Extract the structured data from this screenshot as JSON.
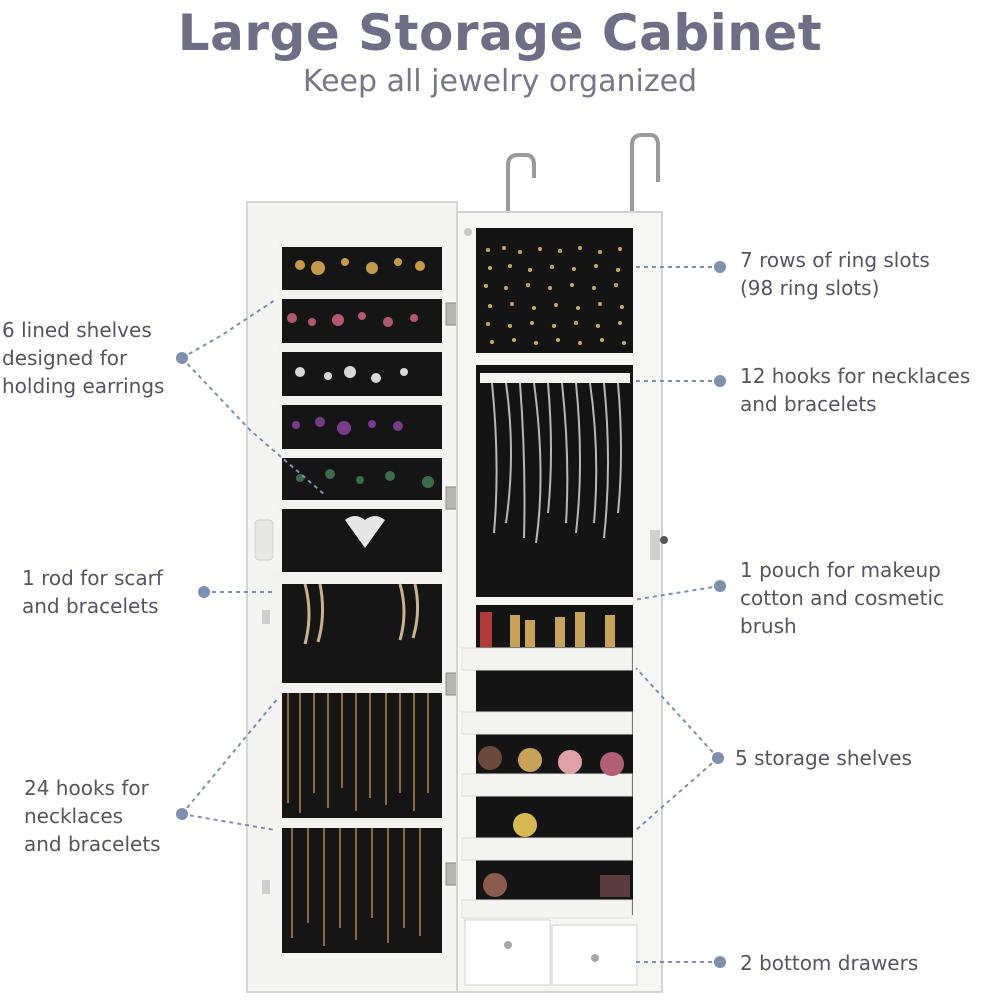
{
  "header": {
    "title": "Large Storage Cabinet",
    "subtitle": "Keep all jewelry organized"
  },
  "callouts": {
    "earring_shelves": "6 lined shelves\ndesigned for\nholding earrings",
    "scarf_rod": "1 rod for scarf\nand bracelets",
    "door_hooks": "24 hooks for\nnecklaces\nand bracelets",
    "ring_slots": "7 rows of ring slots\n(98 ring slots)",
    "necklace_hooks": "12 hooks for necklaces\nand bracelets",
    "makeup_pouch": "1 pouch for makeup\ncotton and cosmetic\nbrush",
    "storage_shelves": "5 storage shelves",
    "drawers": "2 bottom drawers"
  },
  "colors": {
    "cabinet": "#f7f7f5",
    "lining": "#141414",
    "leader": "#7f8fb0",
    "text": "#555562",
    "title": "#6e6e86"
  }
}
